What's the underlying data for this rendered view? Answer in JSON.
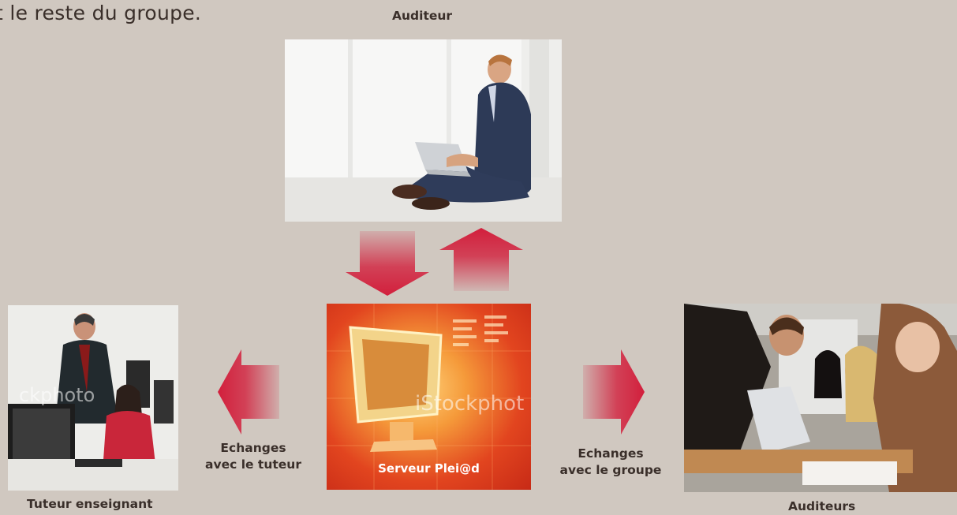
{
  "intro_text": "t le reste du groupe.",
  "nodes": {
    "auditeur": {
      "label": "Auditeur"
    },
    "serveur": {
      "label": "Serveur Plei@d",
      "watermark": "iStockphot"
    },
    "tuteur": {
      "label": "Tuteur enseignant",
      "watermark": "ckphoto"
    },
    "groupe": {
      "label": "Auditeurs"
    }
  },
  "edges": {
    "tuteur": {
      "line1": "Echanges",
      "line2": "avec le tuteur"
    },
    "groupe": {
      "line1": "Echanges",
      "line2": "avec le groupe"
    }
  },
  "colors": {
    "background": "#d0c8c0",
    "arrow": "#d21f3c",
    "text": "#3a2f2a"
  }
}
